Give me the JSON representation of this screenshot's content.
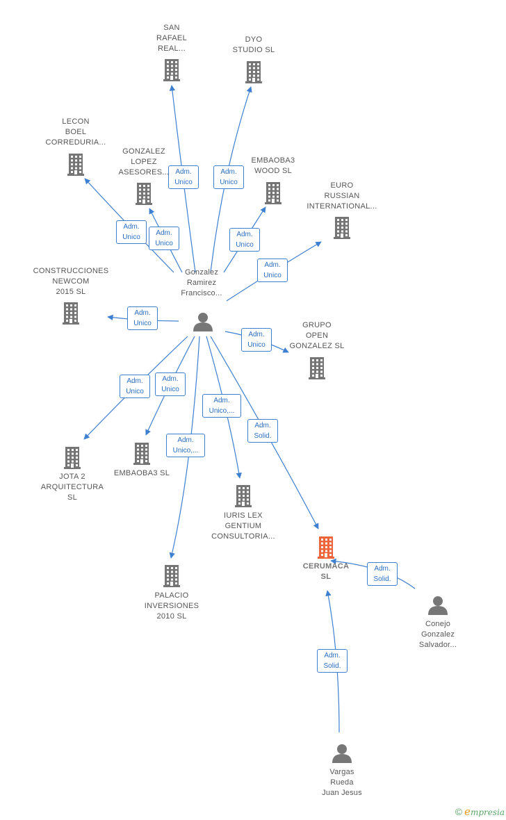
{
  "colors": {
    "edge": "#3d7fd1",
    "company_icon": "#757575",
    "focus_company_icon": "#f0643c",
    "person_icon": "#777777"
  },
  "nodes": [
    {
      "id": "gonzalez",
      "type": "person",
      "label": "Gonzalez\nRamirez\nFrancisco..."
    },
    {
      "id": "conejo",
      "type": "person",
      "label": "Conejo\nGonzalez\nSalvador..."
    },
    {
      "id": "vargas",
      "type": "person",
      "label": "Vargas\nRueda\nJuan Jesus"
    },
    {
      "id": "cerumaca",
      "type": "focus-company",
      "label": "CERUMACA\nSL"
    },
    {
      "id": "san-rafael",
      "type": "company",
      "label": "SAN\nRAFAEL\nREAL..."
    },
    {
      "id": "dyo",
      "type": "company",
      "label": "DYO\nSTUDIO SL"
    },
    {
      "id": "lecon",
      "type": "company",
      "label": "LECON\nBOEL\nCORREDURIA..."
    },
    {
      "id": "gonzalez-lopez",
      "type": "company",
      "label": "GONZALEZ\nLOPEZ\nASESORES..."
    },
    {
      "id": "embaoba3-wood",
      "type": "company",
      "label": "EMBAOBA3\nWOOD SL"
    },
    {
      "id": "euro-russian",
      "type": "company",
      "label": "EURO\nRUSSIAN\nINTERNATIONAL..."
    },
    {
      "id": "construcciones",
      "type": "company",
      "label": "CONSTRUCCIONES\nNEWCOM\n2015 SL"
    },
    {
      "id": "grupo-open",
      "type": "company",
      "label": "GRUPO\nOPEN\nGONZALEZ SL"
    },
    {
      "id": "jota2",
      "type": "company",
      "label": "JOTA 2\nARQUITECTURA\nSL"
    },
    {
      "id": "embaoba3",
      "type": "company",
      "label": "EMBAOBA3 SL"
    },
    {
      "id": "iuris",
      "type": "company",
      "label": "IURIS LEX\nGENTIUM\nCONSULTORIA..."
    },
    {
      "id": "palacio",
      "type": "company",
      "label": "PALACIO\nINVERSIONES\n2010 SL"
    }
  ],
  "edges": [
    {
      "from": "gonzalez",
      "to": "san-rafael",
      "label": "Adm.\nUnico"
    },
    {
      "from": "gonzalez",
      "to": "dyo",
      "label": "Adm.\nUnico"
    },
    {
      "from": "gonzalez",
      "to": "lecon",
      "label": "Adm.\nUnico"
    },
    {
      "from": "gonzalez",
      "to": "gonzalez-lopez",
      "label": "Adm.\nUnico"
    },
    {
      "from": "gonzalez",
      "to": "embaoba3-wood",
      "label": "Adm.\nUnico"
    },
    {
      "from": "gonzalez",
      "to": "euro-russian",
      "label": "Adm.\nUnico"
    },
    {
      "from": "gonzalez",
      "to": "construcciones",
      "label": "Adm.\nUnico"
    },
    {
      "from": "gonzalez",
      "to": "grupo-open",
      "label": "Adm.\nUnico"
    },
    {
      "from": "gonzalez",
      "to": "jota2",
      "label": "Adm.\nUnico"
    },
    {
      "from": "gonzalez",
      "to": "embaoba3",
      "label": "Adm.\nUnico"
    },
    {
      "from": "gonzalez",
      "to": "palacio",
      "label": "Adm.\nUnico,..."
    },
    {
      "from": "gonzalez",
      "to": "iuris",
      "label": "Adm.\nUnico,..."
    },
    {
      "from": "gonzalez",
      "to": "cerumaca",
      "label": "Adm.\nSolid."
    },
    {
      "from": "conejo",
      "to": "cerumaca",
      "label": "Adm.\nSolid."
    },
    {
      "from": "vargas",
      "to": "cerumaca",
      "label": "Adm.\nSolid."
    }
  ],
  "footer": {
    "copyright": "©",
    "brand_initial": "e",
    "brand_rest": "mpresia"
  }
}
